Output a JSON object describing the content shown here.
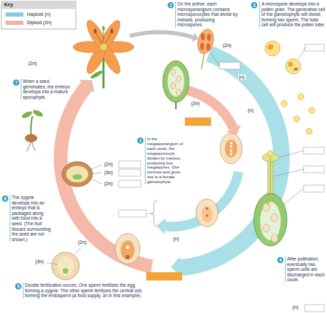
{
  "diagram": {
    "labels": [
      "Key",
      "2",
      "On the anther, each microsporangium contains microsporocytes that divide by meiosis, producing microspores.",
      "3",
      "A microspore develops into a pollen grain. The generative cell of the gametophyte will divide, forming two sperm. The tube cell will produce the pollen tube.",
      "(2n)",
      "(2n)",
      "7",
      "When a seed germinates, the embryo develops into a mature sporophyte.",
      "(n)",
      "(2n)",
      "(n)",
      "1",
      "In the megasporangium of each ovule, the megasporocyte divides by meiosis, producing four megaspores. One survives and gives rise to a female gametophyte.",
      "(2n)",
      "(3n)",
      "(2n)",
      "6",
      "The zygote develops into an embryo that is packaged along with food into a seed. (The fruit tissues surrounding the seed are not shown.)",
      "(n)",
      "(2n)",
      "(3n)",
      "4",
      "After pollination, eventually two sperm cells are discharged in each ovule.",
      "5",
      "Double fertilization occurs. One sperm fertilizes the egg, forming a zygote. The other sperm fertilizes the central cell, forming the endosperm (a food supply, 3n in this example).",
      "(n)"
    ],
    "legend": [
      {
        "text": "Haploid (n)",
        "color": "#7fcfdc"
      },
      {
        "text": "Diploid (2n)",
        "color": "#f2b2a2"
      }
    ]
  }
}
